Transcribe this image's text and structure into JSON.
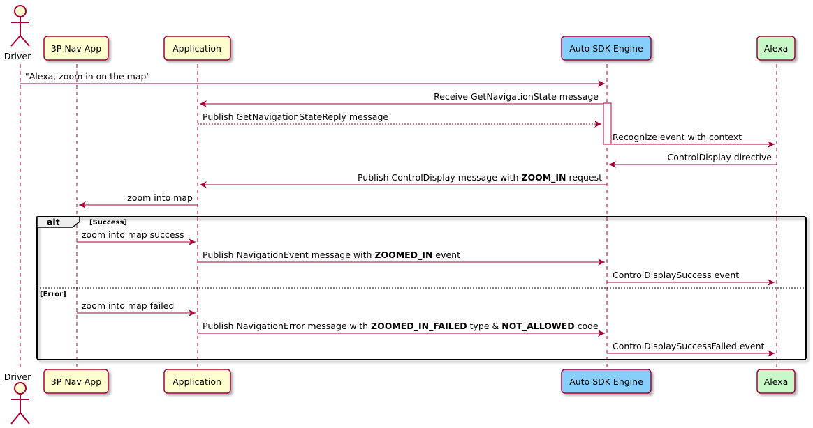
{
  "participants": [
    {
      "id": "driver",
      "label": "Driver",
      "kind": "actor"
    },
    {
      "id": "nav",
      "label": "3P Nav App",
      "kind": "box",
      "fill": "#FEFECE"
    },
    {
      "id": "app",
      "label": "Application",
      "kind": "box",
      "fill": "#FEFECE"
    },
    {
      "id": "engine",
      "label": "Auto SDK Engine",
      "kind": "box",
      "fill": "#87CEFA"
    },
    {
      "id": "alexa",
      "label": "Alexa",
      "kind": "box",
      "fill": "#C8F7C8"
    }
  ],
  "colors": {
    "arrow": "#A80036",
    "border": "#A80036",
    "lifeline": "#A80036",
    "frame": "#000000"
  },
  "messages": [
    {
      "text": "\"Alexa, zoom in on the map\""
    },
    {
      "text": "Receive GetNavigationState message"
    },
    {
      "text": "Publish GetNavigationStateReply message"
    },
    {
      "text": "Recognize event with context"
    },
    {
      "text": "ControlDisplay directive"
    },
    {
      "pre": "Publish ControlDisplay message with ",
      "bold": "ZOOM_IN",
      "post": " request"
    },
    {
      "text": "zoom into map"
    },
    {
      "text": "zoom into map success"
    },
    {
      "pre": "Publish NavigationEvent message with ",
      "bold": "ZOOMED_IN",
      "post": " event"
    },
    {
      "text": "ControlDisplaySuccess event"
    },
    {
      "text": "zoom into map failed"
    },
    {
      "pre": "Publish NavigationError message with ",
      "bold": "ZOOMED_IN_FAILED",
      "mid": " type & ",
      "bold2": "NOT_ALLOWED",
      "post": " code"
    },
    {
      "text": "ControlDisplaySuccessFailed event"
    }
  ],
  "alt": {
    "keyword": "alt",
    "guard1": "[Success]",
    "guard2": "[Error]"
  }
}
